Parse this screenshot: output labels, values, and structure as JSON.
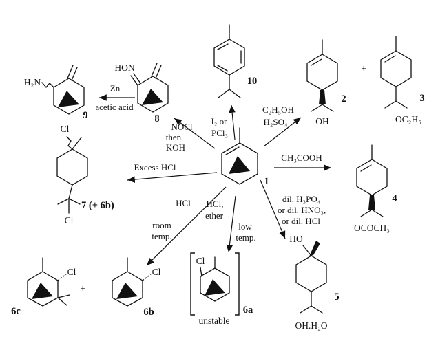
{
  "compounds": {
    "c1": "1",
    "c2": "2",
    "c3": "3",
    "c4": "4",
    "c5": "5",
    "c6a": "6a",
    "c6b": "6b",
    "c6c": "6c",
    "c7": "7 (+ 6b)",
    "c8": "8",
    "c9": "9",
    "c10": "10"
  },
  "groups": {
    "h2n": "H₂N",
    "hon": "HON",
    "oh_2": "OH",
    "oc2h5": "OC₂H₅",
    "ococh3": "OCOCH₃",
    "ho_5": "HO",
    "ohh2o": "OH.H₂O",
    "cl_7top": "Cl",
    "cl_7bot": "Cl",
    "cl_6c": "Cl",
    "cl_6b": "Cl",
    "cl_6a": "Cl",
    "plus_23": "+",
    "plus_6": "+",
    "unstable": "unstable"
  },
  "reagents": {
    "zn": "Zn",
    "acetic_acid": "acetic acid",
    "nocl": "NOCl",
    "then": "then",
    "koh": "KOH",
    "i2_or": "I₂ or",
    "pcl3": "PCl₃",
    "c2h5oh": "C₂H₅OH",
    "h2so4": "H₂SO₄",
    "ch3cooh": "CH₃COOH",
    "dil_h3po4": "dil. H₃PO₄",
    "or_dil_hno3": "or dil. HNO₃,",
    "or_dil_hcl": "or dil. HCl",
    "excess_hcl": "Excess HCl",
    "hcl": "HCl",
    "room": "room",
    "temp_a": "temp.",
    "hcl_comma": "HCl,",
    "ether": "ether",
    "low": "low",
    "temp_b": "temp."
  }
}
